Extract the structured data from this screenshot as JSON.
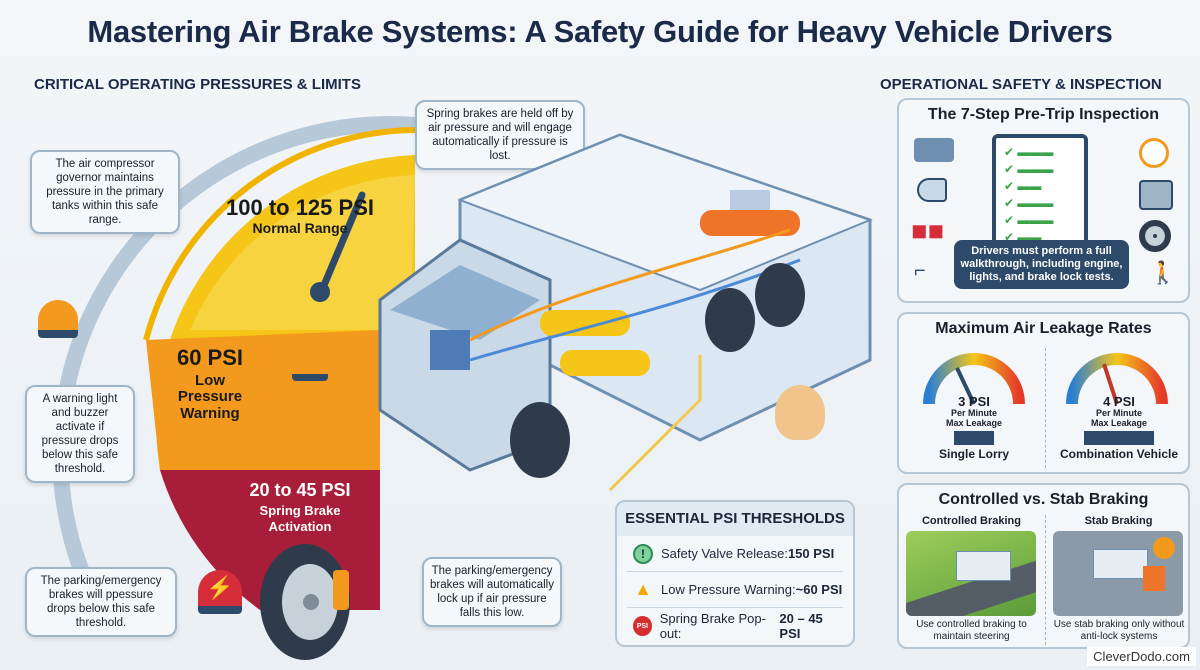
{
  "title": "Mastering Air Brake Systems: A Safety Guide for Heavy Vehicle Drivers",
  "left_heading": "CRITICAL OPERATING PRESSURES & LIMITS",
  "right_heading": "OPERATIONAL SAFETY & INSPECTION",
  "gauge": {
    "normal": {
      "value": "100 to 125 PSI",
      "label": "Normal Range",
      "color": "#f5c518"
    },
    "low": {
      "value": "60 PSI",
      "label1": "Low",
      "label2": "Pressure",
      "label3": "Warning",
      "color": "#f39a1e"
    },
    "spring": {
      "value": "20 to 45 PSI",
      "label1": "Spring Brake",
      "label2": "Activation",
      "color": "#a81d3a"
    }
  },
  "callouts": {
    "governor": "The air compressor governor maintains pressure in the primary tanks within this safe range.",
    "spring_held": "Spring brakes are held off by air pressure and will engage automatically if pressure is lost.",
    "warning_light": "A warning light and buzzer activate if pressure drops below this safe threshold.",
    "parking_left": "The parking/emergency brakes will ppessure drops below this safe threshold.",
    "parking_right": "The parking/emergency brakes will automatically lock up if air pressure falls this low."
  },
  "thresholds": {
    "title": "ESSENTIAL PSI THRESHOLDS",
    "items": [
      {
        "icon": "exclamation-circle-icon",
        "label": "Safety Valve Release: ",
        "value": "150 PSI",
        "color": "#3cb371"
      },
      {
        "icon": "warning-triangle-icon",
        "label": "Low Pressure Warning: ",
        "value": "~60 PSI",
        "color": "#f2a900"
      },
      {
        "icon": "psi-warning-icon",
        "label": "Spring Brake Pop-out: ",
        "value": "20 – 45 PSI",
        "color": "#d32f2f",
        "glyph": "PSI"
      }
    ]
  },
  "inspection": {
    "title": "The 7-Step Pre-Trip Inspection",
    "caption": "Drivers must perform a full walkthrough, including engine, lights, and brake lock tests."
  },
  "leakage": {
    "title": "Maximum Air Leakage Rates",
    "gauges": [
      {
        "value": "3 PSI",
        "line1": "Per Minute",
        "line2": "Max Leakage",
        "vehicle": "Single Lorry",
        "reading": 3
      },
      {
        "value": "4 PSI",
        "line1": "Per Minute",
        "line2": "Max Leakage",
        "vehicle": "Combination Vehicle",
        "reading": 4
      }
    ]
  },
  "braking": {
    "title": "Controlled vs. Stab Braking",
    "controlled": {
      "label": "Controlled Braking",
      "caption": "Use controlled braking to maintain steering"
    },
    "stab": {
      "label": "Stab Braking",
      "caption": "Use stab braking only without anti-lock systems"
    }
  },
  "watermark": "CleverDodo.com"
}
